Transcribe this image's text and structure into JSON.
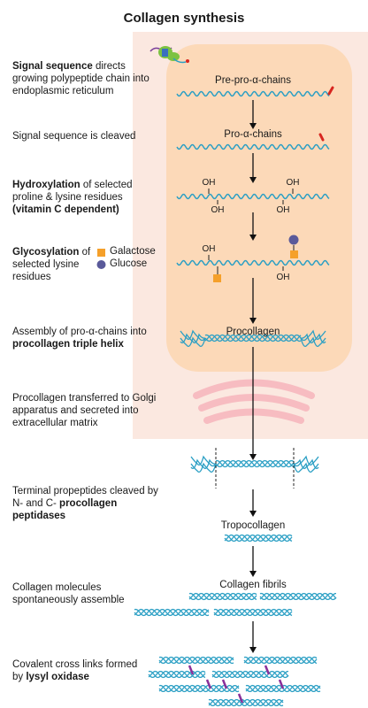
{
  "title": "Collagen synthesis",
  "steps": [
    {
      "bold1": "Signal sequence",
      "text1": " directs growing polypeptide chain into endoplasmic reticulum"
    },
    {
      "text1": "Signal sequence is cleaved"
    },
    {
      "bold1": "Hydroxylation",
      "text1": " of selected proline & lysine residues ",
      "bold2": "(vitamin C dependent)"
    },
    {
      "bold1": "Glycosylation",
      "text1": " of selected lysine residues"
    },
    {
      "text1": "Assembly of pro-α-chains into ",
      "bold2": "procollagen triple helix"
    },
    {
      "text1": "Procollagen transferred to Golgi apparatus and secreted into extracellular matrix"
    },
    {
      "text1": "Terminal propeptides cleaved by N- and C- ",
      "bold2": "procollagen peptidases"
    },
    {
      "text1": "Collagen molecules spontaneously assemble"
    },
    {
      "text1": "Covalent cross links formed by ",
      "bold2": "lysyl oxidase"
    }
  ],
  "stage_labels": {
    "prepro": "Pre-pro-α-chains",
    "pro": "Pro-α-chains",
    "procollagen": "Procollagen",
    "tropocollagen": "Tropocollagen",
    "fibrils": "Collagen fibrils"
  },
  "oh": "OH",
  "legend": {
    "galactose": "Galactose",
    "glucose": "Glucose"
  },
  "colors": {
    "er": "#fcd9b8",
    "cytoplasm": "#fbe8e0",
    "golgi": "#f7bcc1",
    "chain": "#2b9fc4",
    "galactose": "#f5a02a",
    "glucose": "#5a5a9a",
    "crosslink": "#8a2f9a",
    "signal": "#d8261f"
  }
}
